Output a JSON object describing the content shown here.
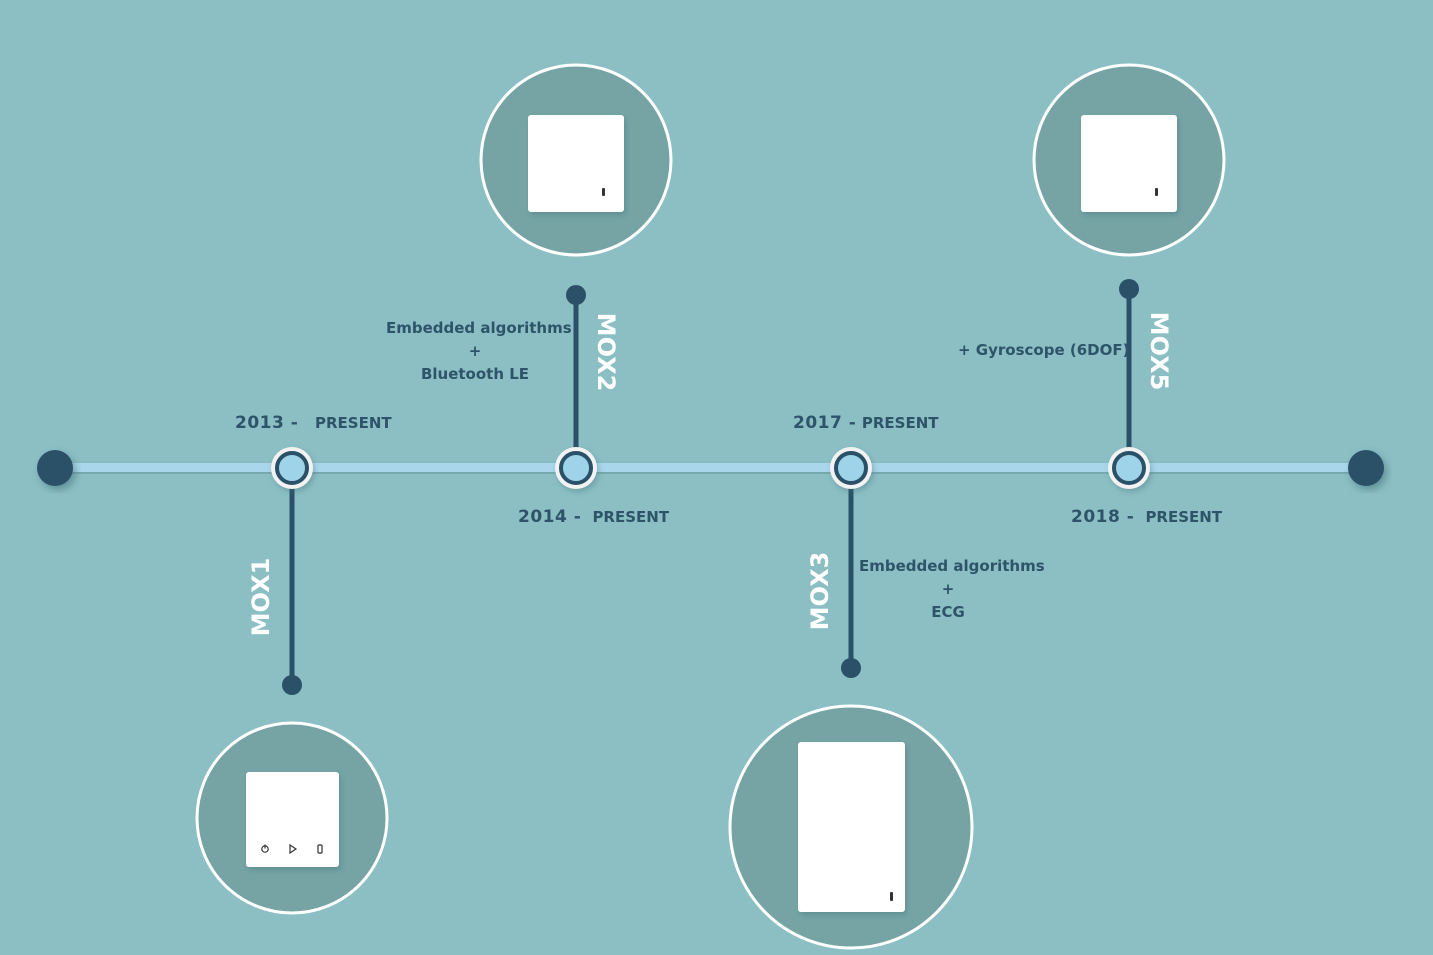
{
  "milestones": [
    {
      "model": "MOX1",
      "year": "2013 -",
      "status": "PRESENT",
      "description": [],
      "device_buttons": [
        "power-icon",
        "play-icon",
        "battery-icon"
      ]
    },
    {
      "model": "MOX2",
      "year": "2014 -",
      "status": "PRESENT",
      "description": [
        "Embedded algorithms",
        "+",
        "Bluetooth LE"
      ],
      "device_buttons": [
        "led-icon"
      ]
    },
    {
      "model": "MOX3",
      "year": "2017 -",
      "status": "PRESENT",
      "description": [
        "Embedded algorithms",
        "+",
        "ECG"
      ],
      "device_buttons": [
        "led-icon"
      ]
    },
    {
      "model": "MOX5",
      "year": "2018 -",
      "status": "PRESENT",
      "description": [
        "+ Gyroscope (6DOF)"
      ],
      "device_buttons": [
        "led-icon"
      ]
    }
  ],
  "colors": {
    "background": "#8bbfc4",
    "timeline_bar": "#a9d6ea",
    "connector": "#2b5168",
    "node_ring": "#f2f2f2",
    "node_fill": "#9fd3ea",
    "text": "#2d5468",
    "device_circle_fill": "#76a4a5",
    "device_circle_border": "#ffffff",
    "device": "#ffffff"
  }
}
